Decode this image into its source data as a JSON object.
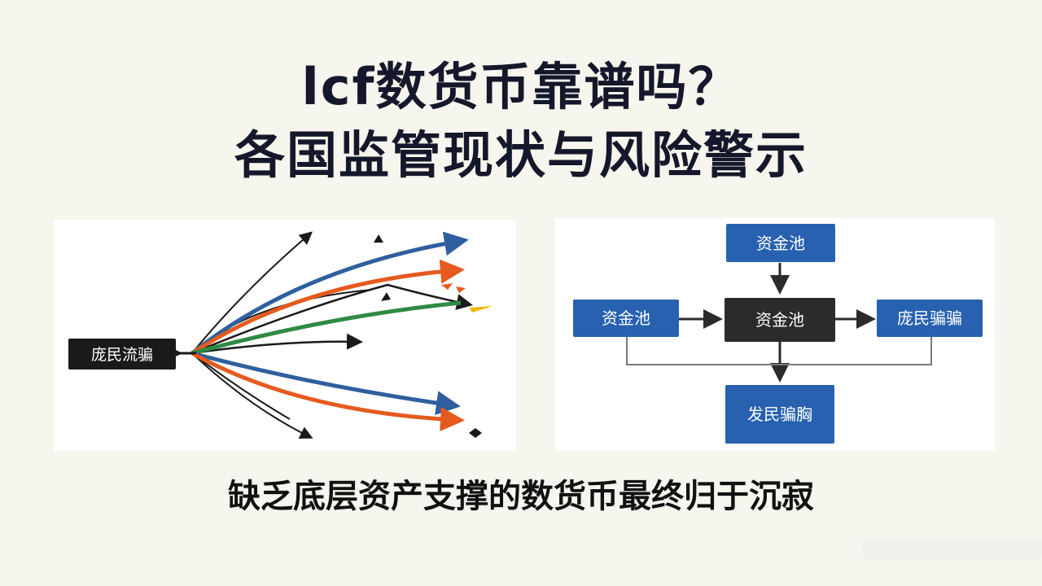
{
  "title": {
    "line1": "lcf数货币靠谱吗？",
    "line2": "各国监管现状与风险警示"
  },
  "left_diagram": {
    "source_label": "庞民流骗",
    "colors": {
      "blue": "#2f5f9e",
      "orange": "#e55a1f",
      "green": "#2f8a45",
      "black": "#1a1a1a",
      "yellow": "#f2b705"
    }
  },
  "right_diagram": {
    "top_node": "资金池",
    "left_node": "资金池",
    "center_node": "资金池",
    "right_node": "庞民骗骗",
    "bottom_node": "发民骗胸",
    "colors": {
      "blue": "#2761b0",
      "dark": "#2b2b2b"
    }
  },
  "caption": "缺乏底层资产支撑的数货币最终归于沉寂"
}
